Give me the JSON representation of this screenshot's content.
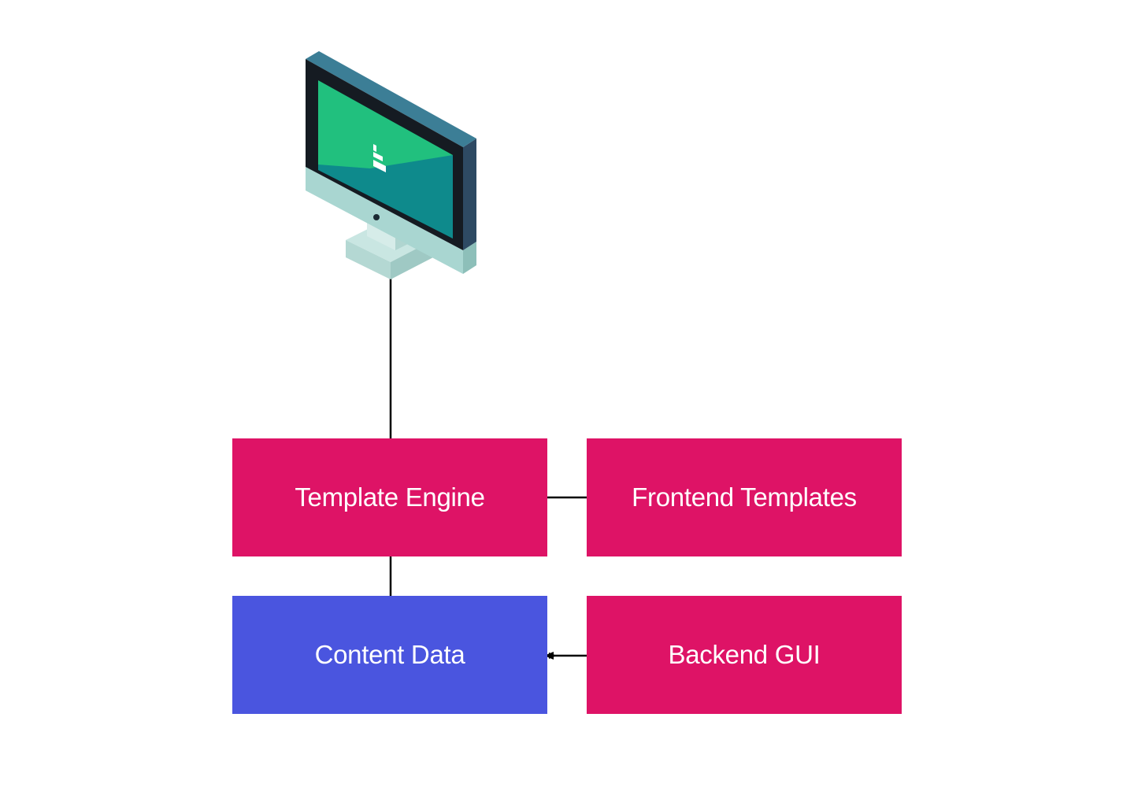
{
  "colors": {
    "primary_box": "#DE1366",
    "data_box": "#4A55DF",
    "connector": "#000000",
    "screen_top": "#21C07E",
    "screen_bottom": "#0E8A8C",
    "bezel": "#151B22",
    "frame_top": "#3C7E96",
    "frame_side": "#2E4A63",
    "chin": "#A9D6D1",
    "stand": "#BFE0DC",
    "background": "#FFFFFF"
  },
  "icons": {
    "monitor": "desktop-monitor-icon",
    "screen_logo": "screen-logo-icon"
  },
  "nodes": {
    "template_engine": {
      "label": "Template Engine"
    },
    "frontend_templates": {
      "label": "Frontend Templates"
    },
    "content_data": {
      "label": "Content Data"
    },
    "backend_gui": {
      "label": "Backend GUI"
    }
  },
  "edges": [
    {
      "from": "desktop-monitor",
      "to": "template_engine",
      "arrow": false
    },
    {
      "from": "template_engine",
      "to": "frontend_templates",
      "arrow": false
    },
    {
      "from": "template_engine",
      "to": "content_data",
      "arrow": false
    },
    {
      "from": "backend_gui",
      "to": "content_data",
      "arrow": true
    }
  ]
}
